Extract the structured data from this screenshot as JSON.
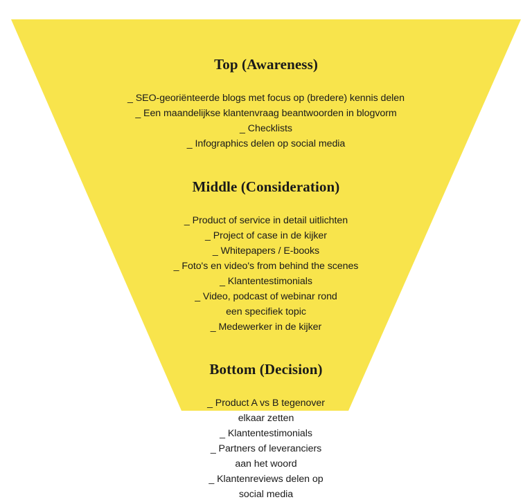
{
  "graphic": {
    "type": "funnel-diagram",
    "shape_name": "inverted-trapezoid-funnel",
    "fill_color": "#F8E44C",
    "background_color": "#FFFFFF",
    "text_color": "#1A1A1A",
    "bullet_marker": "_"
  },
  "stages": [
    {
      "id": "top",
      "heading": "Top (Awareness)",
      "items": [
        "_ SEO-georiënteerde blogs met focus op (bredere) kennis delen",
        "_ Een maandelijkse klantenvraag beantwoorden in blogvorm",
        "_ Checklists",
        "_ Infographics delen op social media"
      ]
    },
    {
      "id": "middle",
      "heading": "Middle (Consideration)",
      "items": [
        "_ Product of service in detail uitlichten",
        "_ Project of case in de kijker",
        "_ Whitepapers / E-books",
        "_ Foto's en video's from behind the scenes",
        "_ Klantentestimonials",
        "_ Video, podcast of webinar rond",
        "een specifiek topic",
        "_ Medewerker in de kijker"
      ]
    },
    {
      "id": "bottom",
      "heading": "Bottom (Decision)",
      "items": [
        "_ Product A vs B tegenover",
        "elkaar zetten",
        "_ Klantentestimonials",
        "_ Partners of leveranciers",
        "aan het woord",
        "_ Klantenreviews delen op",
        "social media"
      ]
    }
  ]
}
